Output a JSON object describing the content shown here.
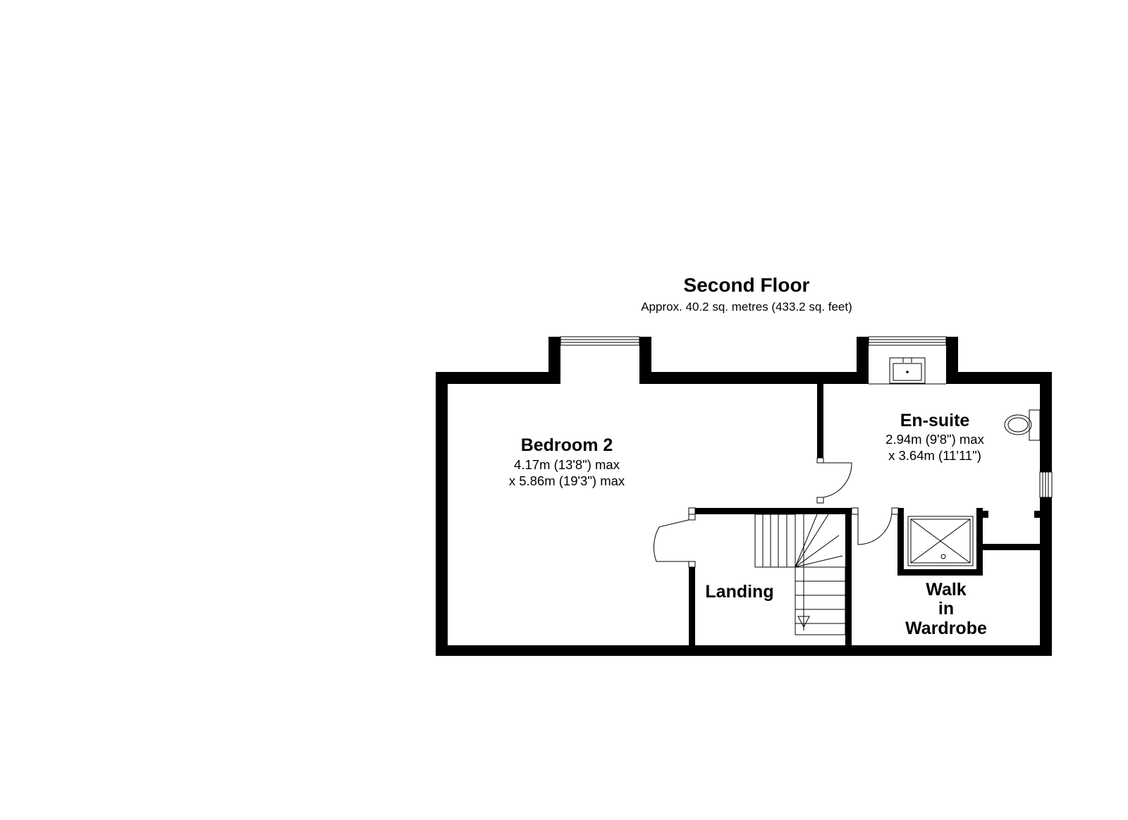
{
  "floor": {
    "title": "Second Floor",
    "area": "Approx. 40.2 sq. metres (433.2 sq. feet)"
  },
  "rooms": {
    "bedroom2": {
      "name": "Bedroom 2",
      "dim1": "4.17m (13'8\") max",
      "dim2": "x 5.86m (19'3\") max"
    },
    "ensuite": {
      "name": "En-suite",
      "dim1": "2.94m (9'8\") max",
      "dim2": "x 3.64m (11'11\")"
    },
    "landing": {
      "name": "Landing"
    },
    "wardrobe": {
      "line1": "Walk",
      "line2": "in",
      "line3": "Wardrobe"
    }
  },
  "colors": {
    "wall": "#000000",
    "background": "#ffffff"
  }
}
